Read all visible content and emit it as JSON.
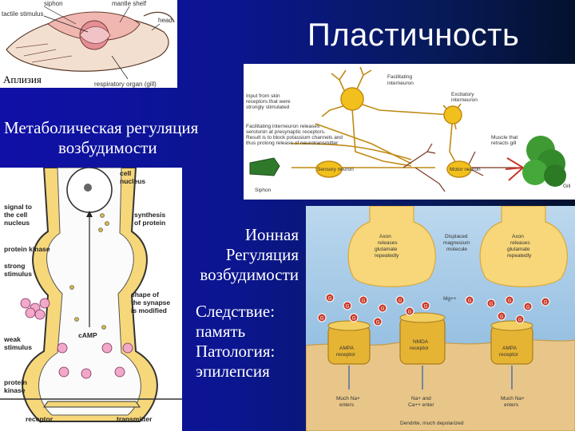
{
  "slide": {
    "title": "Пластичность",
    "metabolic_line1": "Метаболическая регуляция",
    "metabolic_line2": "возбудимости",
    "ionic_line1": "Ионная",
    "ionic_line2": "Регуляция",
    "ionic_line3": "возбудимости",
    "consequence_line1": "Следствие:",
    "consequence_line2": "память",
    "consequence_line3": "Патология:",
    "consequence_line4": "эпилепсия"
  },
  "aplysia": {
    "caption": "Аплизия",
    "labels": {
      "siphon": "siphon",
      "mantle_shelf": "mantle shelf",
      "tactile_stimulus": "tactile stimulus",
      "head": "head",
      "respiratory_organ": "respiratory organ (gill)"
    }
  },
  "circuit": {
    "labels": {
      "facilitating": "Facilitating",
      "interneuron": "interneuron",
      "input_line1": "Input from skin",
      "input_line2": "receptors that were",
      "input_line3": "strongly stimulated",
      "excitatory_line1": "Excitatory",
      "excitatory_line2": "interneuron",
      "release_line1": "Facilitating interneuron releases",
      "release_line2": "serotonin at presynaptic receptors.",
      "release_line3": "Result is to block potassium channels and",
      "release_line4": "thus prolong release of neurotransmitter",
      "sensory_neuron": "Sensory neuron",
      "motor_neuron": "Motor neuron",
      "muscle_line1": "Muscle that",
      "muscle_line2": "retracts gill",
      "siphon": "Siphon",
      "gill": "Gill"
    }
  },
  "synapse_left": {
    "labels": {
      "cell_nucleus_1": "cell",
      "cell_nucleus_2": "nucleus",
      "signal_1": "signal to",
      "signal_2": "the cell",
      "signal_3": "nucleus",
      "synthesis_1": "synthesis",
      "synthesis_2": "of protein",
      "protein_kinase": "protein kinase",
      "strong_1": "strong",
      "strong_2": "stimulus",
      "shape_1": "shape of",
      "shape_2": "the synapse",
      "shape_3": "is modified",
      "camp": "cAMP",
      "weak_1": "weak",
      "weak_2": "stimulus",
      "pk_1": "protein",
      "pk_2": "kinase",
      "receptor": "receptor",
      "transmitter": "transmitter"
    }
  },
  "ltp": {
    "labels": {
      "axon_1": "Axon",
      "axon_2": "releases",
      "axon_3": "glutamate",
      "axon_4": "repeatedly",
      "displaced_1": "Displaced",
      "displaced_2": "magnesium",
      "displaced_3": "molecule",
      "mg": "Mg++",
      "g": "G",
      "ampa_1": "AMPA",
      "ampa_2": "receptor",
      "nmda_1": "NMDA",
      "nmda_2": "receptor",
      "much_na_1": "Much Na+",
      "much_na_2": "enters",
      "na_ca_1": "Na+ and",
      "na_ca_2": "Ca++ enter",
      "dendrite": "Dendrite, much depolarized"
    }
  },
  "colors": {
    "background": "#0b1590",
    "neuron_yellow": "#f2c01c",
    "terminal_yellow": "#f7d77a",
    "dendrite_tan": "#e8c689",
    "glutamate_red": "#c83a2a",
    "receptor_gold": "#e6b433"
  }
}
